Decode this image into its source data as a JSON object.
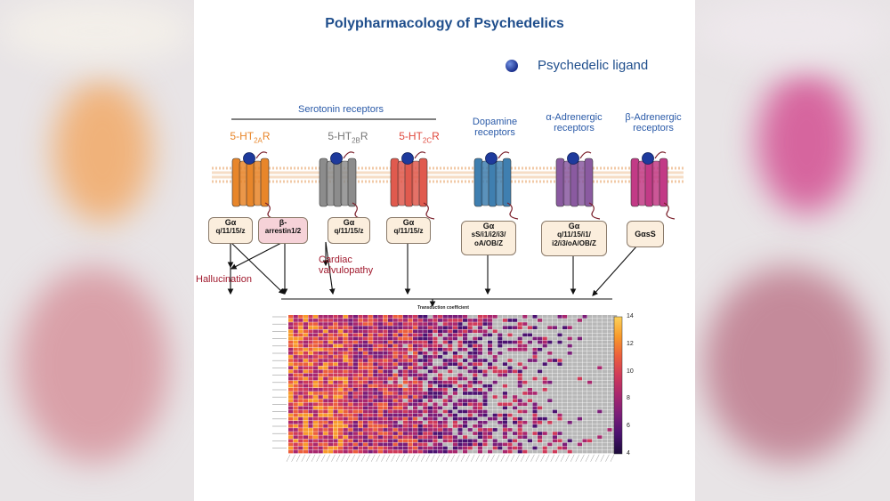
{
  "figure": {
    "title": "Polypharmacology of Psychedelics",
    "legend_label": "Psychedelic ligand",
    "serotonin_group": "Serotonin receptors",
    "receptors": [
      {
        "main": "5-HT",
        "sub": "2A",
        "tail": "R",
        "color": "#e8862a",
        "label_color": "#e8862a"
      },
      {
        "main": "5-HT",
        "sub": "2B",
        "tail": "R",
        "color": "#8c8c8c",
        "label_color": "#777777"
      },
      {
        "main": "5-HT",
        "sub": "2C",
        "tail": "R",
        "color": "#e05a4e",
        "label_color": "#e0483c"
      }
    ],
    "other_groups": [
      {
        "label": "Dopamine receptors",
        "color": "#3f7fb0"
      },
      {
        "label": "α-Adrenergic receptors",
        "color": "#8a5aa0"
      },
      {
        "label": "β-Adrenergic receptors",
        "color": "#c23a86"
      }
    ],
    "boxes": [
      {
        "line1": "Gα",
        "line2": "q/11/15/z"
      },
      {
        "line1": "β-",
        "line2": "arrestin1/2"
      },
      {
        "line1": "Gα",
        "line2": "q/11/15/z"
      },
      {
        "line1": "Gα",
        "line2": "q/11/15/z"
      },
      {
        "line1": "Gα",
        "line2": "sS/i1/i2/i3/ oA/OB/Z"
      },
      {
        "line1": "Gα",
        "line2": "q/11/15/i1/ i2/i3/oA/OB/Z"
      },
      {
        "line1": "GαsS",
        "line2": ""
      }
    ],
    "effects": {
      "hallucination": "Hallucination",
      "cardiac": "Cardiac valvulopathy"
    },
    "heatmap": {
      "title": "Transduction coefficient",
      "colorbar_ticks": [
        "14",
        "12",
        "10",
        "8",
        "6",
        "4"
      ]
    }
  }
}
